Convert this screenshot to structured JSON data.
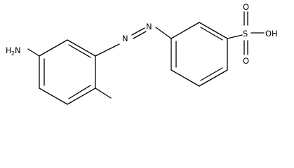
{
  "molecule": {
    "labels": {
      "amine_h": "H",
      "amine_sub": "2",
      "amine_n": "N",
      "azo_n1": "N",
      "azo_n2": "N",
      "sulfur": "S",
      "oxo_top": "O",
      "oxo_bottom": "O",
      "hydroxyl": "OH"
    }
  }
}
